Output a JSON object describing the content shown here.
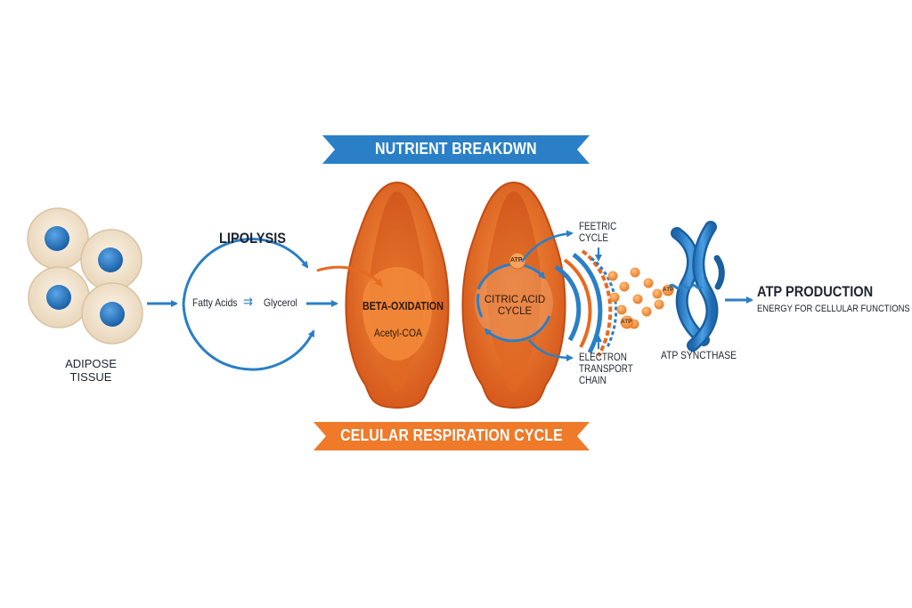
{
  "colors": {
    "blue": "#2a7fc7",
    "blue_dark": "#1b5f9e",
    "orange": "#e86a1f",
    "orange_light": "#f59a52",
    "cell_fill": "#efe1cc",
    "nucleus": "#2b78c2"
  },
  "banners": {
    "top": "NUTRIENT BREAKDWN",
    "bottom": "CELULAR RESPIRATION CYCLE"
  },
  "adipose": {
    "label_line1": "ADIPOSE",
    "label_line2": "TISSUE"
  },
  "lipolysis": {
    "title": "LIPOLYSIS",
    "fatty_acids": "Fatty Acids",
    "arrow": "⇉",
    "glycerol": "Glycerol"
  },
  "beta_oxidation": {
    "title": "BETA-OXIDATION",
    "product": "Acetyl-COA"
  },
  "citric": {
    "line1": "CITRIC ACID",
    "line2": "CYCLE",
    "atp_badge": "ATP"
  },
  "side_labels": {
    "feetric_line1": "FEETRIC",
    "feetric_line2": "CYCLE",
    "etc_line1": "ELECTRON",
    "etc_line2": "TRANSPORT",
    "etc_line3": "CHAIN"
  },
  "atp_particles": {
    "badge_1": "ATP",
    "badge_2": "ATP"
  },
  "atp_synthase": {
    "label": "ATP SYNCTHASE"
  },
  "atp_production": {
    "title": "ATP PRODUCTION",
    "subtitle": "ENERGY FOR CELLULAR FUNCTIONS"
  }
}
